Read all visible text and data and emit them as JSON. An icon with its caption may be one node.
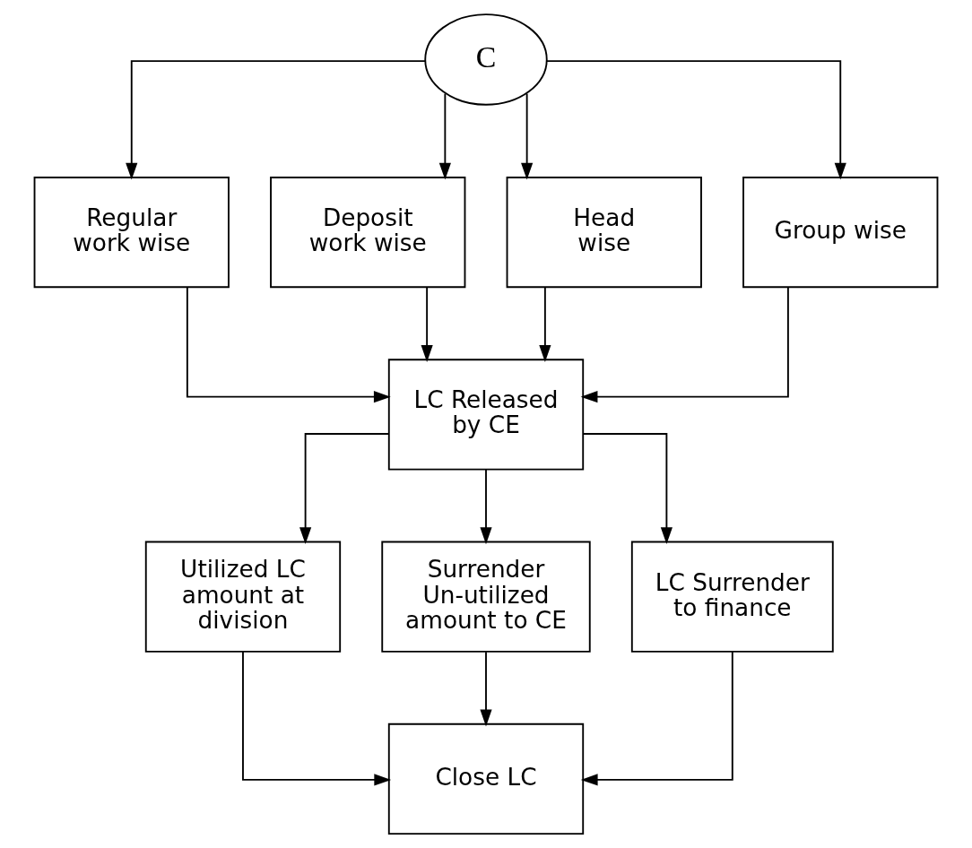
{
  "diagram": {
    "nodes": [
      {
        "text": [
          "C"
        ]
      },
      {
        "text": [
          "Regular work wise"
        ]
      },
      {
        "text": [
          "Deposit work wise"
        ]
      },
      {
        "text": [
          "Head wise"
        ]
      },
      {
        "text": [
          "Group wise"
        ]
      },
      {
        "text": [
          "LC Released by CE"
        ]
      },
      {
        "text": [
          "Utilized LC amount at division"
        ]
      },
      {
        "text": [
          "Surrender Un-utilized amount to CE"
        ]
      },
      {
        "text": [
          "LC Surrender to finance"
        ]
      },
      {
        "text": [
          "Close LC"
        ]
      }
    ],
    "edges": [
      {
        "from": 0,
        "to": 1,
        "arrow": "to"
      },
      {
        "from": 0,
        "to": 2,
        "arrow": "to"
      },
      {
        "from": 0,
        "to": 3,
        "arrow": "to"
      },
      {
        "from": 0,
        "to": 4,
        "arrow": "to"
      },
      {
        "from": 1,
        "to": 5,
        "arrow": "to"
      },
      {
        "from": 2,
        "to": 5,
        "arrow": "to"
      },
      {
        "from": 3,
        "to": 5,
        "arrow": "to"
      },
      {
        "from": 4,
        "to": 5,
        "arrow": "to"
      },
      {
        "from": 5,
        "to": 6,
        "arrow": "to"
      },
      {
        "from": 5,
        "to": 7,
        "arrow": "to"
      },
      {
        "from": 5,
        "to": 8,
        "arrow": "to"
      },
      {
        "from": 6,
        "to": 9,
        "arrow": "to"
      },
      {
        "from": 7,
        "to": 9,
        "arrow": "to"
      },
      {
        "from": 8,
        "to": 9,
        "arrow": "to"
      }
    ]
  }
}
